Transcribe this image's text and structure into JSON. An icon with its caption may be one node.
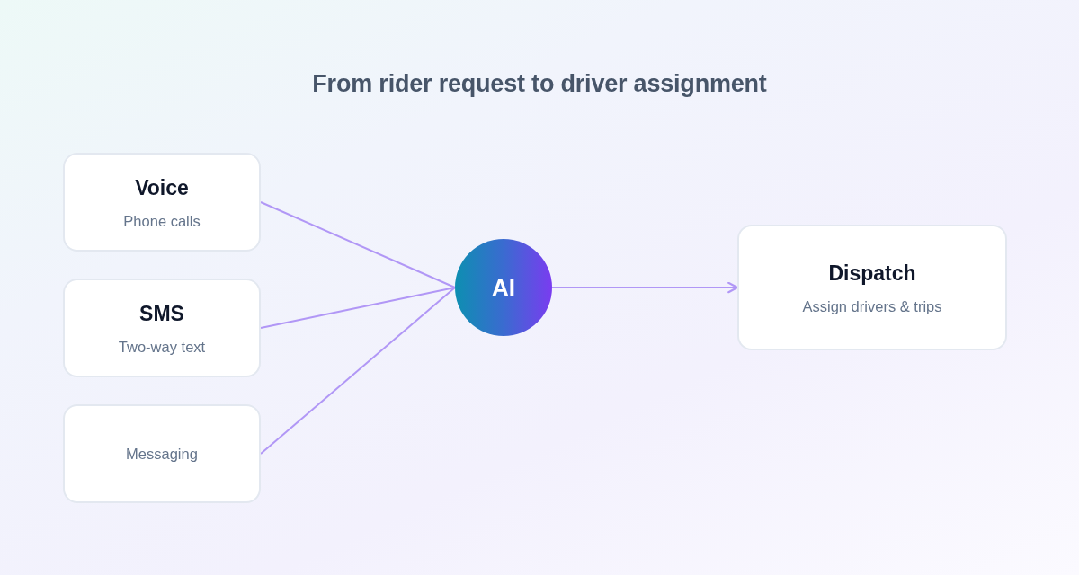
{
  "diagram": {
    "title": "From rider request to driver assignment",
    "nodes": [
      {
        "text": [
          "Voice",
          "Phone calls"
        ]
      },
      {
        "text": [
          "SMS",
          "Two-way text"
        ]
      },
      {
        "text": [
          "Messaging"
        ]
      },
      {
        "text": [
          "AI"
        ]
      },
      {
        "text": [
          "Dispatch",
          "Assign drivers & trips"
        ]
      }
    ],
    "edges": [
      {
        "from": 0,
        "to": 3,
        "arrow": "none"
      },
      {
        "from": 1,
        "to": 3,
        "arrow": "none"
      },
      {
        "from": 2,
        "to": 3,
        "arrow": "none"
      },
      {
        "from": 3,
        "to": 4,
        "arrow": "to"
      }
    ]
  }
}
